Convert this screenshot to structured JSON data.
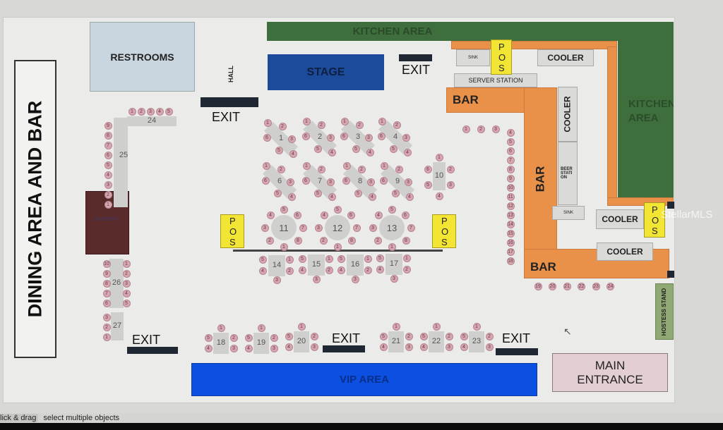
{
  "areas": {
    "dining": "DINING AREA AND BAR",
    "restrooms": "RESTROOMS",
    "hall": "HALL",
    "stage": "STAGE",
    "kitchen_top": "KITCHEN AREA",
    "kitchen_right": "KITCHEN AREA",
    "sink1": "SINK",
    "sink2": "SINK",
    "cooler1": "COOLER",
    "cooler2": "COOLER",
    "cooler3": "COOLER",
    "cooler4": "COOLER",
    "server_station": "SERVER STATION",
    "beer_station": "BEER STATION",
    "bar1": "BAR",
    "bar2": "BAR",
    "bar3": "BAR",
    "pos": "POS",
    "dj_booth": "DJ BOOTH",
    "vip": "VIP AREA",
    "main_entrance": "MAIN ENTRANCE",
    "hostess": "HOSTESS STAND",
    "exit": "EXIT"
  },
  "watermark": "StellarMLS",
  "status_bar": {
    "hint_key": "lick & drag",
    "hint_text": "select multiple objects"
  },
  "tables": [
    {
      "label": "1",
      "seats": 6
    },
    {
      "label": "2",
      "seats": 6
    },
    {
      "label": "3",
      "seats": 6
    },
    {
      "label": "4",
      "seats": 6
    },
    {
      "label": "6",
      "seats": 6
    },
    {
      "label": "7",
      "seats": 6
    },
    {
      "label": "8",
      "seats": 6
    },
    {
      "label": "9",
      "seats": 6
    },
    {
      "label": "10",
      "seats": 6
    },
    {
      "label": "11",
      "seats": 8
    },
    {
      "label": "12",
      "seats": 8
    },
    {
      "label": "13",
      "seats": 8
    },
    {
      "label": "14",
      "seats": 5
    },
    {
      "label": "15",
      "seats": 5
    },
    {
      "label": "16",
      "seats": 5
    },
    {
      "label": "17",
      "seats": 5
    },
    {
      "label": "18",
      "seats": 5
    },
    {
      "label": "19",
      "seats": 5
    },
    {
      "label": "20",
      "seats": 5
    },
    {
      "label": "21",
      "seats": 5
    },
    {
      "label": "22",
      "seats": 5
    },
    {
      "label": "23",
      "seats": 5
    },
    {
      "label": "24",
      "seats": 5
    },
    {
      "label": "25",
      "seats": 9
    },
    {
      "label": "26",
      "seats": 10
    },
    {
      "label": "27",
      "seats": 3
    }
  ],
  "bar_seats": 24,
  "colors": {
    "kitchen": "#3d6e3b",
    "bar": "#e99148",
    "stage": "#1c4b9b",
    "vip": "#0c50e2",
    "pos": "#f3e534",
    "restrooms": "#c9d6df",
    "dj": "#5b2b2b"
  }
}
